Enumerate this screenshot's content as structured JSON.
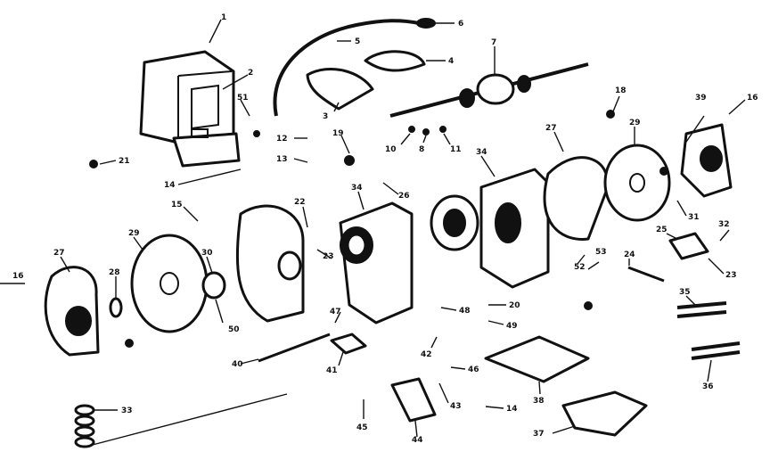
{
  "diagram": {
    "labels": [
      {
        "id": "1",
        "text": "1"
      },
      {
        "id": "2",
        "text": "2"
      },
      {
        "id": "3",
        "text": "3"
      },
      {
        "id": "4",
        "text": "4"
      },
      {
        "id": "5",
        "text": "5"
      },
      {
        "id": "6",
        "text": "6"
      },
      {
        "id": "7",
        "text": "7"
      },
      {
        "id": "8",
        "text": "8"
      },
      {
        "id": "10",
        "text": "10"
      },
      {
        "id": "11",
        "text": "11"
      },
      {
        "id": "12",
        "text": "12"
      },
      {
        "id": "13",
        "text": "13"
      },
      {
        "id": "14a",
        "text": "14"
      },
      {
        "id": "14b",
        "text": "14"
      },
      {
        "id": "15",
        "text": "15"
      },
      {
        "id": "16a",
        "text": "16"
      },
      {
        "id": "16b",
        "text": "16"
      },
      {
        "id": "18",
        "text": "18"
      },
      {
        "id": "19",
        "text": "19"
      },
      {
        "id": "20",
        "text": "20"
      },
      {
        "id": "21",
        "text": "21"
      },
      {
        "id": "22",
        "text": "22"
      },
      {
        "id": "23a",
        "text": "23"
      },
      {
        "id": "23b",
        "text": "23"
      },
      {
        "id": "24",
        "text": "24"
      },
      {
        "id": "25",
        "text": "25"
      },
      {
        "id": "26",
        "text": "26"
      },
      {
        "id": "27a",
        "text": "27"
      },
      {
        "id": "27b",
        "text": "27"
      },
      {
        "id": "28",
        "text": "28"
      },
      {
        "id": "29a",
        "text": "29"
      },
      {
        "id": "29b",
        "text": "29"
      },
      {
        "id": "30",
        "text": "30"
      },
      {
        "id": "31",
        "text": "31"
      },
      {
        "id": "32",
        "text": "32"
      },
      {
        "id": "33",
        "text": "33"
      },
      {
        "id": "34a",
        "text": "34"
      },
      {
        "id": "34b",
        "text": "34"
      },
      {
        "id": "35",
        "text": "35"
      },
      {
        "id": "36",
        "text": "36"
      },
      {
        "id": "37",
        "text": "37"
      },
      {
        "id": "38",
        "text": "38"
      },
      {
        "id": "39",
        "text": "39"
      },
      {
        "id": "40",
        "text": "40"
      },
      {
        "id": "41",
        "text": "41"
      },
      {
        "id": "42",
        "text": "42"
      },
      {
        "id": "43",
        "text": "43"
      },
      {
        "id": "44",
        "text": "44"
      },
      {
        "id": "45",
        "text": "45"
      },
      {
        "id": "46",
        "text": "46"
      },
      {
        "id": "47",
        "text": "47"
      },
      {
        "id": "48",
        "text": "48"
      },
      {
        "id": "49",
        "text": "49"
      },
      {
        "id": "50",
        "text": "50"
      },
      {
        "id": "51",
        "text": "51"
      },
      {
        "id": "52",
        "text": "52"
      },
      {
        "id": "53",
        "text": "53"
      }
    ]
  }
}
